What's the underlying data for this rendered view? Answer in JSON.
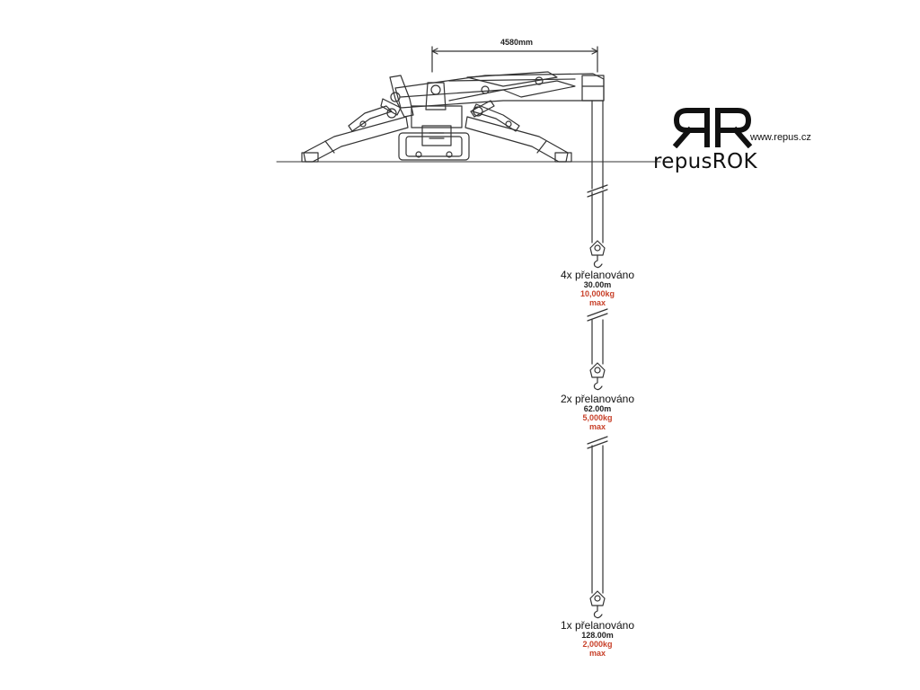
{
  "diagram": {
    "dimension_label": "4580mm",
    "hooks": [
      {
        "title": "4x přelanováno",
        "length": "30.00m",
        "load": "10,000kg",
        "note": "max"
      },
      {
        "title": "2x přelanováno",
        "length": "62.00m",
        "load": "5,000kg",
        "note": "max"
      },
      {
        "title": "1x přelanováno",
        "length": "128.00m",
        "load": "2,000kg",
        "note": "max"
      }
    ]
  },
  "logo": {
    "website": "www.repus.cz",
    "name": "repusROK"
  },
  "colors": {
    "line": "#333333",
    "load_text": "#c8412a",
    "logo": "#111111"
  }
}
